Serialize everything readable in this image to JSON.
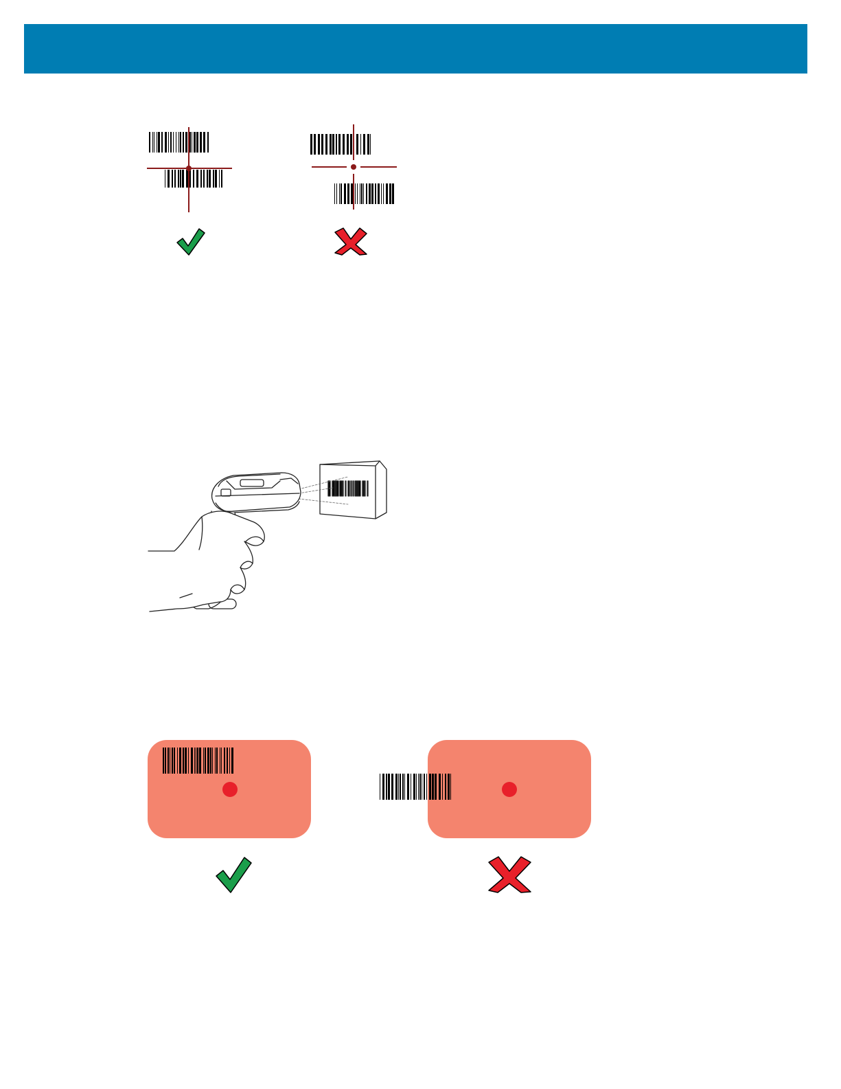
{
  "colors": {
    "header": "#007db3",
    "crosshair": "#8b1a1a",
    "check_fill": "#1b9e4b",
    "x_fill": "#e8202a",
    "aim_box": "#f4846e",
    "aim_dot": "#e8202a"
  },
  "figures": [
    {
      "name": "crosshair-aiming-figure",
      "panels": [
        {
          "name": "crosshair-correct-example",
          "verdict": "correct",
          "icon": "check-mark-icon"
        },
        {
          "name": "crosshair-incorrect-example",
          "verdict": "incorrect",
          "icon": "x-mark-icon"
        }
      ]
    },
    {
      "name": "scanner-hand-figure",
      "icon": "handheld-scanner-icon"
    },
    {
      "name": "aiming-pattern-figure",
      "panels": [
        {
          "name": "aim-pattern-correct-example",
          "verdict": "correct",
          "icon": "check-mark-icon"
        },
        {
          "name": "aim-pattern-incorrect-example",
          "verdict": "incorrect",
          "icon": "x-mark-icon"
        }
      ]
    }
  ]
}
